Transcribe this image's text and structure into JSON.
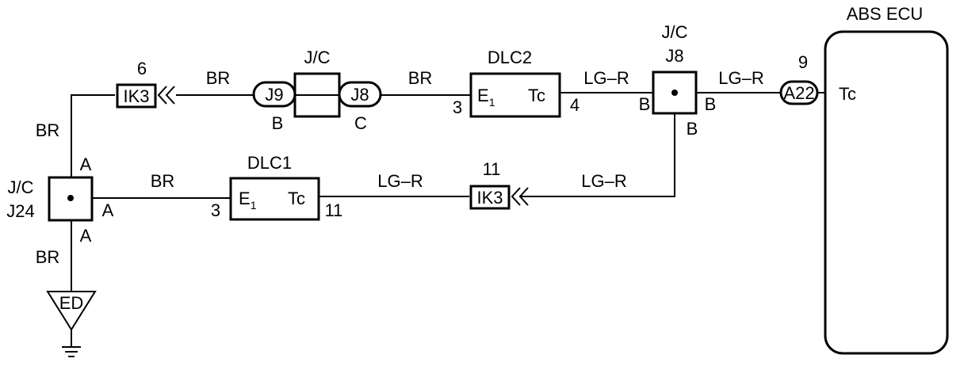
{
  "ecu": {
    "title": "ABS ECU",
    "pin_label": "Tc",
    "connector": "A22",
    "pin_number": "9"
  },
  "jc_j8": {
    "name_line1": "J/C",
    "name_line2": "J8",
    "pin_left": "B",
    "pin_right": "B",
    "pin_bottom": "B"
  },
  "dlc2": {
    "name": "DLC2",
    "left_pin": "E",
    "left_pin_sub": "1",
    "right_pin": "Tc",
    "left_num": "3",
    "right_num": "4"
  },
  "dlc1": {
    "name": "DLC1",
    "left_pin": "E",
    "left_pin_sub": "1",
    "right_pin": "Tc",
    "left_num": "3",
    "right_num": "11"
  },
  "jc_mid": {
    "name": "J/C",
    "left_connector": "J9",
    "right_connector": "J8",
    "left_pin": "B",
    "right_pin": "C"
  },
  "ik3_top": {
    "label": "IK3",
    "pin": "6"
  },
  "ik3_bottom": {
    "label": "IK3",
    "pin": "11"
  },
  "jc_j24": {
    "name_line1": "J/C",
    "name_line2": "J24",
    "pin_top": "A",
    "pin_right": "A",
    "pin_bottom": "A"
  },
  "ground": {
    "label": "ED"
  },
  "wires": {
    "br_top_left": "BR",
    "br_top_mid": "BR",
    "lg_r_dlc2_j8": "LG–R",
    "lg_r_j8_ecu": "LG–R",
    "br_vertical_top": "BR",
    "br_bottom_mid": "BR",
    "lg_r_dlc1_ik3": "LG–R",
    "lg_r_ik3_j8": "LG–R",
    "br_vertical_bottom": "BR"
  }
}
